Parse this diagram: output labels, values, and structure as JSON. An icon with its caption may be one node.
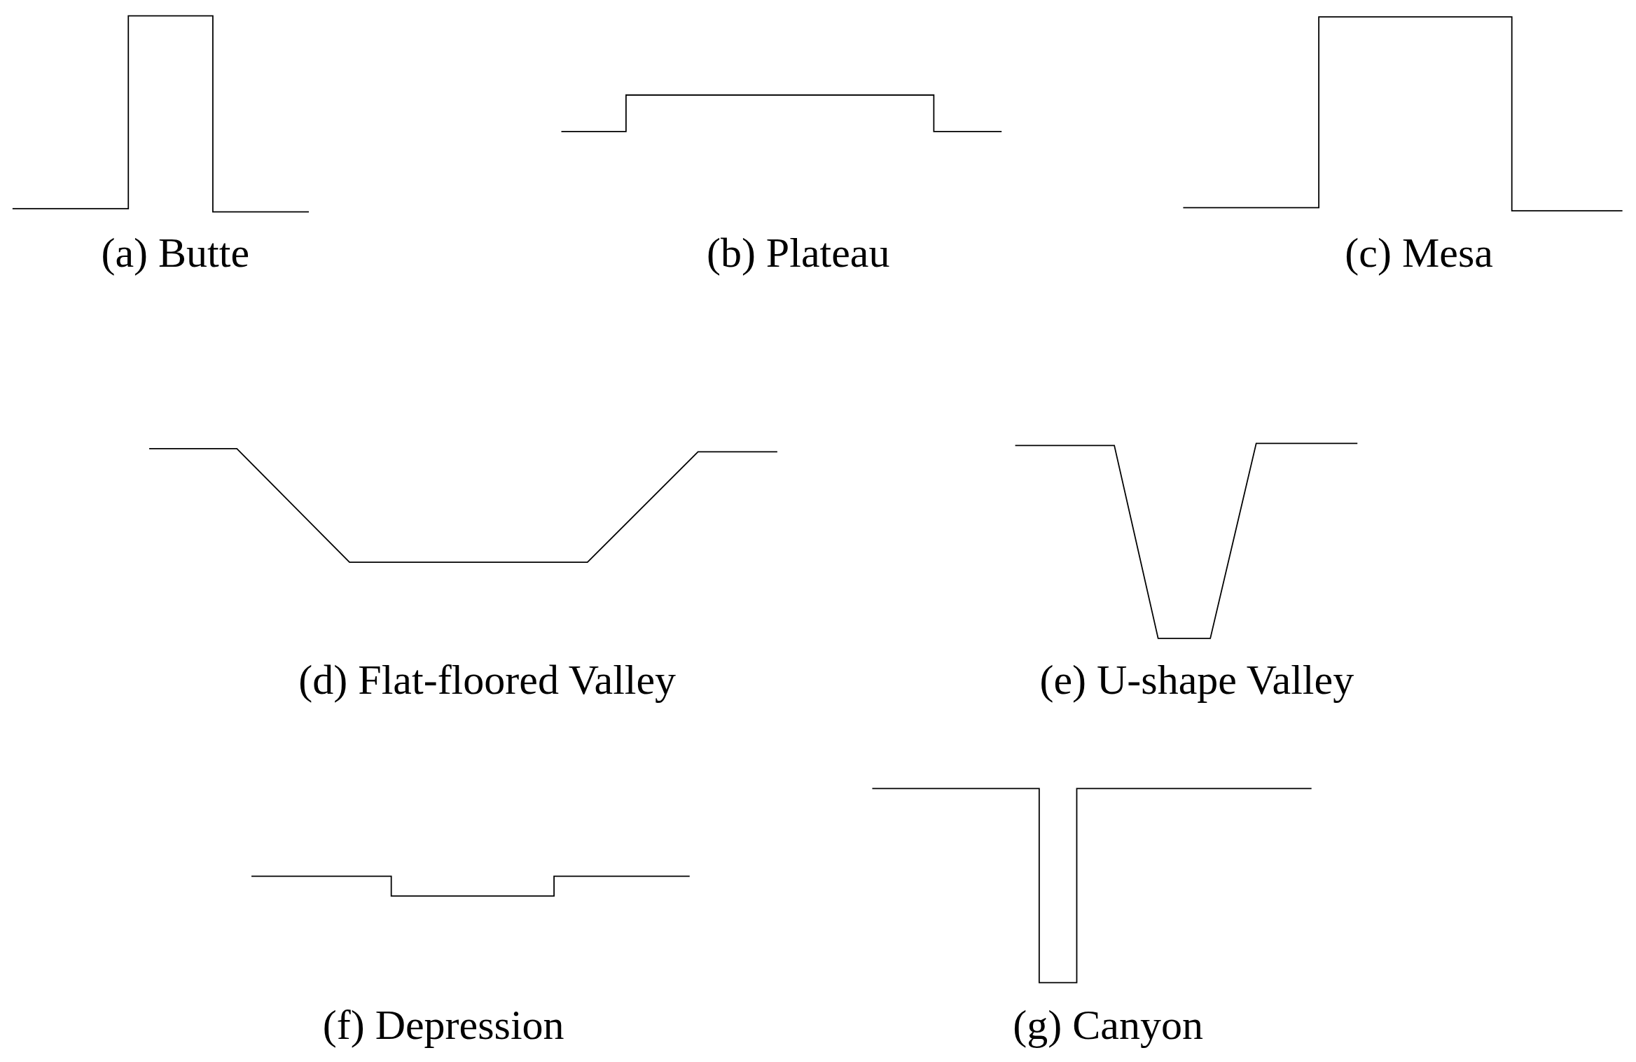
{
  "diagram": {
    "labels": [
      "(a) Butte",
      "(b) Plateau",
      "(c) Mesa",
      "(d) Flat-floored Valley",
      "(e) U-shape Valley",
      "(f) Depression",
      "(g) Canyon"
    ]
  }
}
